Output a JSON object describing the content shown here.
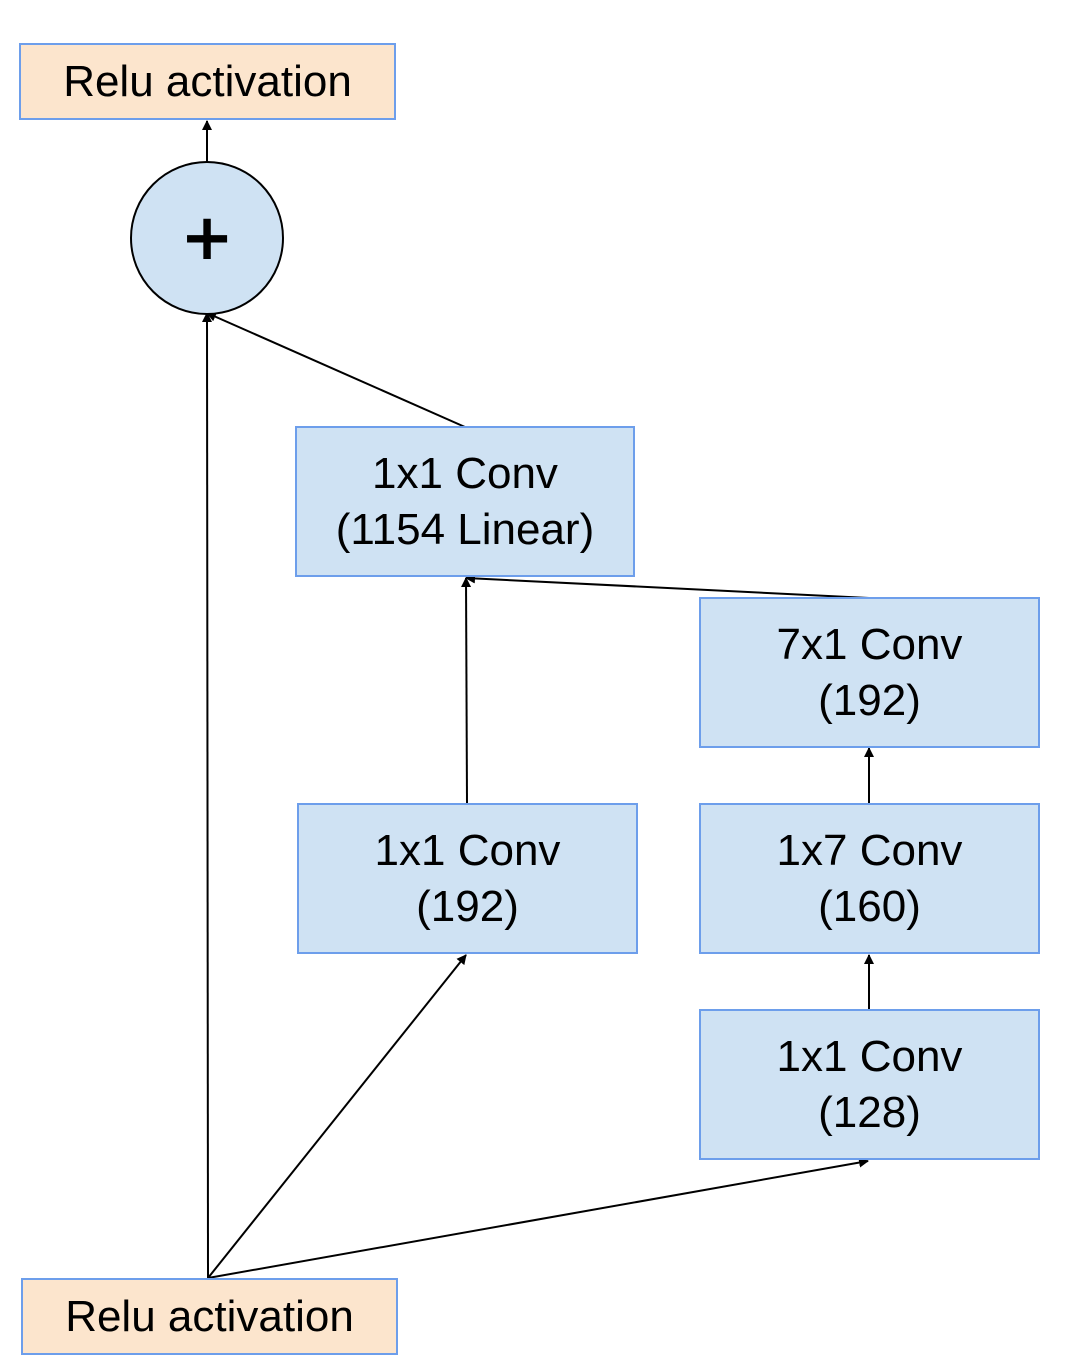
{
  "nodes": {
    "relu_top": {
      "label": "Relu activation"
    },
    "sum": {
      "symbol": "+"
    },
    "conv_linear": {
      "line1": "1x1 Conv",
      "line2": "(1154 Linear)"
    },
    "conv_7x1": {
      "line1": "7x1 Conv",
      "line2": "(192)"
    },
    "conv_1x1_mid": {
      "line1": "1x1 Conv",
      "line2": "(192)"
    },
    "conv_1x7": {
      "line1": "1x7 Conv",
      "line2": "(160)"
    },
    "conv_1x1_right": {
      "line1": "1x1 Conv",
      "line2": "(128)"
    },
    "relu_bottom": {
      "label": "Relu activation"
    }
  },
  "colors": {
    "relu_fill": "#fce5cd",
    "conv_fill": "#cfe2f3",
    "border": "#6d9eeb",
    "arrow": "#000000"
  }
}
